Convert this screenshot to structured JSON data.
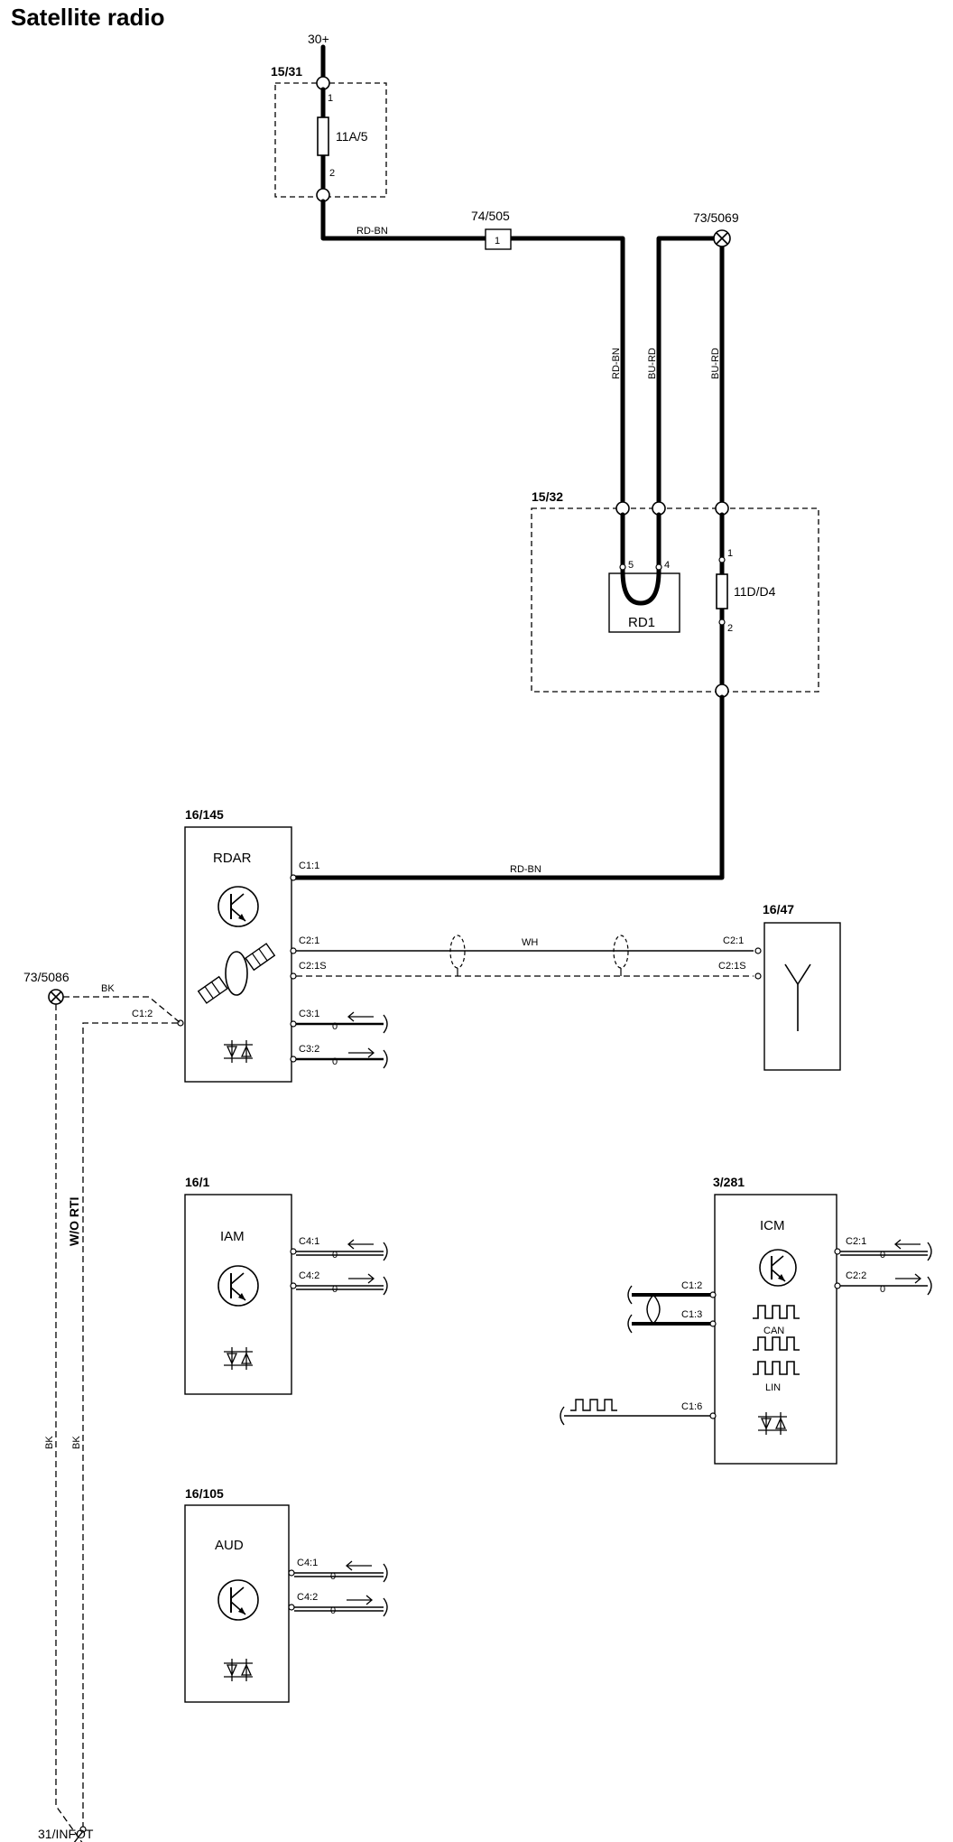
{
  "title": "Satellite radio",
  "supply": {
    "label": "30+"
  },
  "ground": {
    "label": "31/INFOT"
  },
  "fuse_box_1": {
    "id": "15/31",
    "fuse": "11A/5",
    "pin1": "1",
    "pin2": "2"
  },
  "splice_1": {
    "id": "74/505",
    "num": "1"
  },
  "ground_point_1": {
    "id": "73/5069"
  },
  "fuse_box_2": {
    "id": "15/32",
    "relay": "RD1",
    "relay_pin_a": "5",
    "relay_pin_b": "4",
    "fuse": "11D/D4",
    "pin1": "1",
    "pin2": "2"
  },
  "wires": {
    "rd_bn": "RD-BN",
    "bu_rd": "BU-RD",
    "wh": "WH",
    "bk": "BK",
    "wo_rti": "W/O RTI"
  },
  "ground_point_2": {
    "id": "73/5086"
  },
  "modules": {
    "rdar": {
      "id": "16/145",
      "name": "RDAR",
      "pins": [
        "C1:1",
        "C2:1",
        "C2:1S",
        "C1:2",
        "C3:1",
        "C3:2"
      ]
    },
    "antenna": {
      "id": "16/47",
      "pins": [
        "C2:1",
        "C2:1S"
      ]
    },
    "iam": {
      "id": "16/1",
      "name": "IAM",
      "pins": [
        "C4:1",
        "C4:2"
      ]
    },
    "icm": {
      "id": "3/281",
      "name": "ICM",
      "pins": [
        "C2:1",
        "C2:2",
        "C1:2",
        "C1:3",
        "C1:6"
      ],
      "bus_labels": [
        "CAN",
        "LIN"
      ]
    },
    "aud": {
      "id": "16/105",
      "name": "AUD",
      "pins": [
        "C4:1",
        "C4:2"
      ]
    }
  },
  "signal_marker": "0",
  "icons": [
    "transistor-icon",
    "satellite-icon",
    "diode-pair-icon",
    "antenna-icon",
    "square-wave-icon",
    "arrow-left-icon",
    "arrow-right-icon",
    "ground-symbol-icon"
  ]
}
